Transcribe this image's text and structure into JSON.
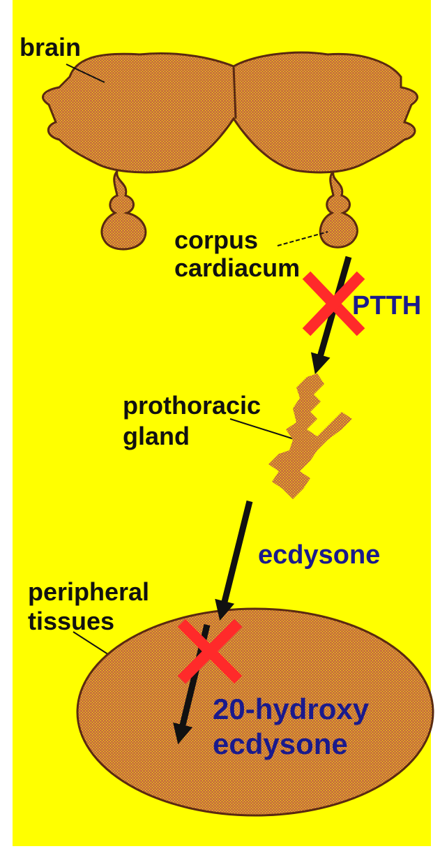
{
  "colors": {
    "background": "#ffff00",
    "border": "#ffffff",
    "tissue": "#c8703c",
    "tissue_dots": "#ffff00",
    "outline": "#5a2a10",
    "arrow": "#111111",
    "cross": "#ff2a2a",
    "hormone_text": "#1a1a8c",
    "label_text": "#111111"
  },
  "labels": {
    "brain": "brain",
    "corpus_cardiacum": [
      "corpus",
      "cardiacum"
    ],
    "ptth": "PTTH",
    "prothoracic_gland": [
      "prothoracic",
      "gland"
    ],
    "ecdysone": "ecdysone",
    "peripheral_tissues": [
      "peripheral",
      "tissues"
    ],
    "hydroxy_ecdysone": [
      "20-hydroxy",
      "ecdysone"
    ]
  },
  "icons": [
    "brain-shape",
    "corpus-cardiacum-shape",
    "prothoracic-gland-shape",
    "peripheral-tissue-shape",
    "arrow-icon",
    "cross-icon"
  ]
}
